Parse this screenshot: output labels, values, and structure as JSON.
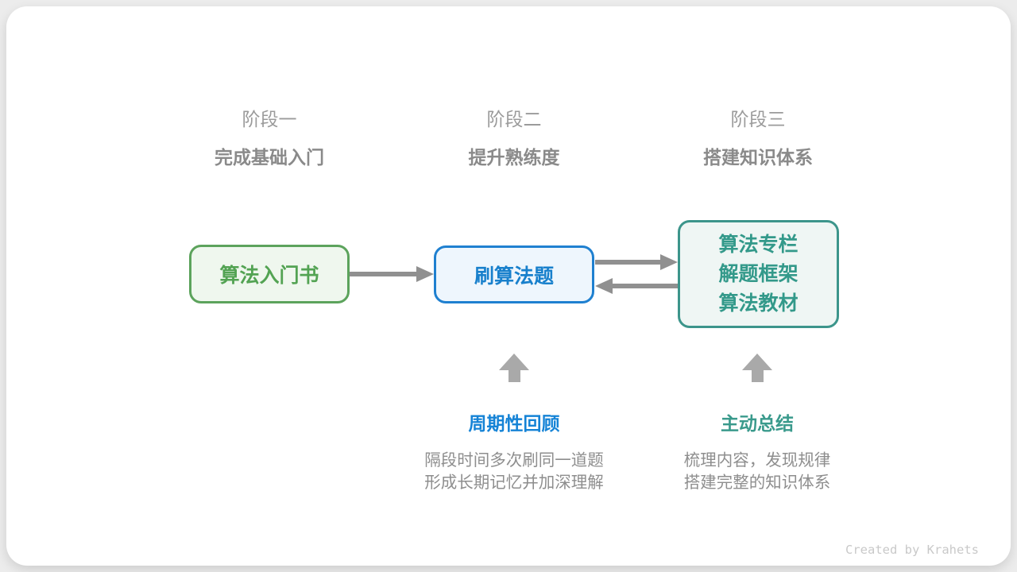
{
  "stages": [
    {
      "label": "阶段一",
      "subtitle": "完成基础入门"
    },
    {
      "label": "阶段二",
      "subtitle": "提升熟练度"
    },
    {
      "label": "阶段三",
      "subtitle": "搭建知识体系"
    }
  ],
  "nodes": [
    {
      "id": "node-1",
      "lines": [
        "算法入门书"
      ],
      "text_color": "#53a353",
      "border_color": "#5ca35c",
      "bg_color": "#eff7ee"
    },
    {
      "id": "node-2",
      "lines": [
        "刷算法题"
      ],
      "text_color": "#1880cc",
      "border_color": "#1f80d0",
      "bg_color": "#eef6fd"
    },
    {
      "id": "node-3",
      "lines": [
        "算法专栏",
        "解题框架",
        "算法教材"
      ],
      "text_color": "#33998a",
      "border_color": "#3c958b",
      "bg_color": "#eff6f4"
    }
  ],
  "connectors": [
    {
      "from": "node-1",
      "to": "node-2",
      "direction": "right"
    },
    {
      "from": "node-2",
      "to": "node-3",
      "direction": "right"
    },
    {
      "from": "node-3",
      "to": "node-2",
      "direction": "left"
    }
  ],
  "annotations": [
    {
      "points_to": "node-2",
      "title": "周期性回顾",
      "title_color": "#1583d6",
      "desc_line1": "隔段时间多次刷同一道题",
      "desc_line2": "形成长期记忆并加深理解"
    },
    {
      "points_to": "node-3",
      "title": "主动总结",
      "title_color": "#3a9a8c",
      "desc_line1": "梳理内容，发现规律",
      "desc_line2": "搭建完整的知识体系"
    }
  ],
  "footer": {
    "credit": "Created by Krahets"
  },
  "colors": {
    "page_bg": "#ececec",
    "card_bg": "#ffffff",
    "stage_label": "#9b9b9b",
    "stage_subtitle": "#8a8a8a",
    "connector_arrow": "#909090",
    "up_arrow": "#a9a9a9",
    "description_text": "#8e8e8e",
    "credit_text": "#c9c9c9"
  }
}
